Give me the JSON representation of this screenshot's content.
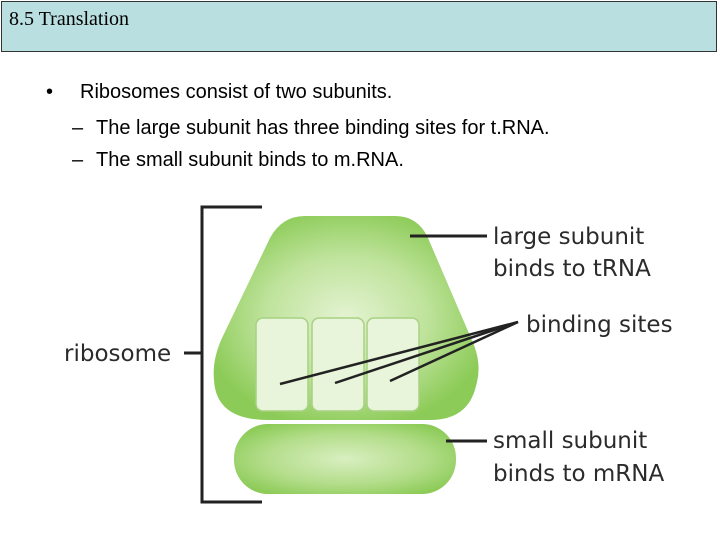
{
  "slide": {
    "title": "8.5 Translation"
  },
  "bullets": {
    "main": "Ribosomes consist of two subunits.",
    "sub": [
      "The large subunit has three binding sites for t.RNA.",
      "The small subunit binds to m.RNA."
    ]
  },
  "diagram": {
    "ribosome_label": "ribosome",
    "large_subunit_line1": "large subunit",
    "large_subunit_line2": "binds to tRNA",
    "binding_sites_label": "binding sites",
    "small_subunit_line1": "small subunit",
    "small_subunit_line2": "binds to mRNA",
    "colors": {
      "subunit_fill": "#9ed36c",
      "subunit_light": "#e4f3d2",
      "site_fill": "#e8f5da",
      "line": "#222222"
    }
  }
}
